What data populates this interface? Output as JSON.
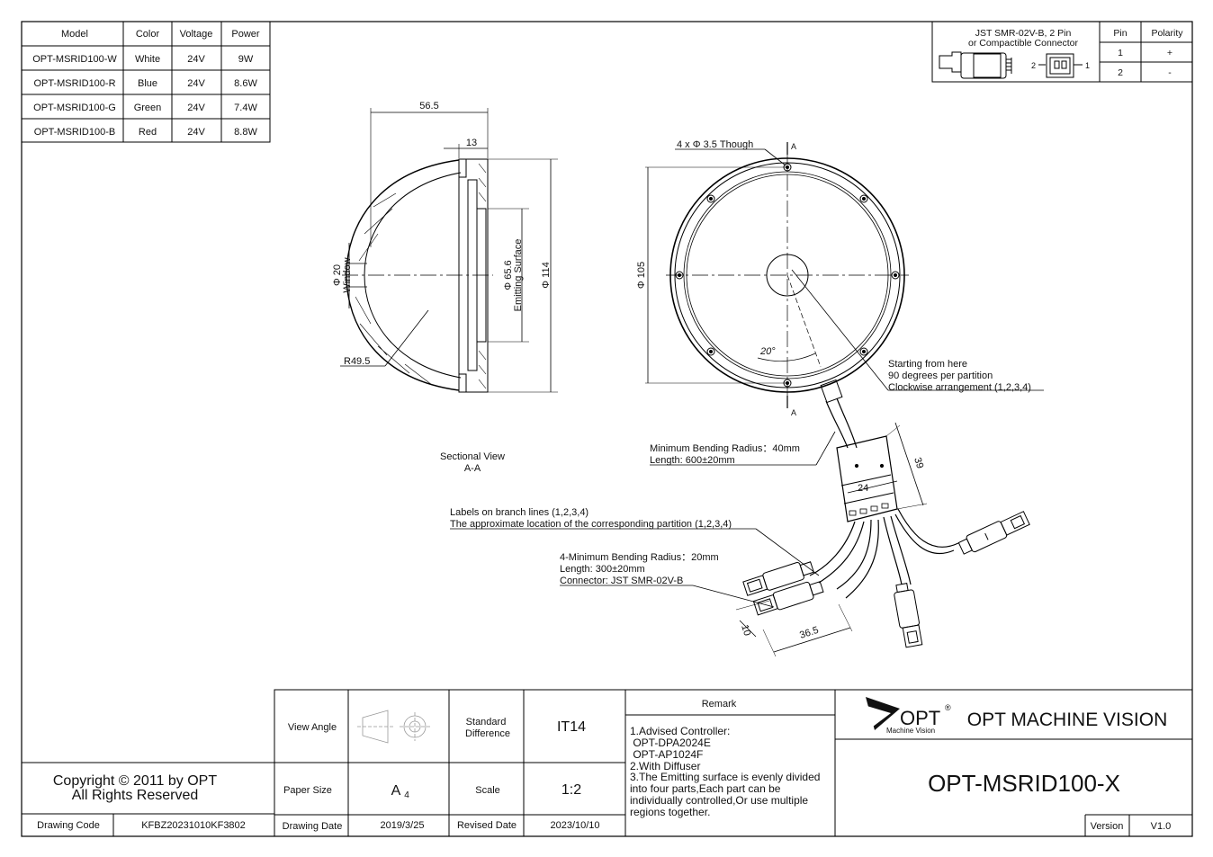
{
  "model_table": {
    "headers": [
      "Model",
      "Color",
      "Voltage",
      "Power"
    ],
    "rows": [
      [
        "OPT-MSRID100-W",
        "White",
        "24V",
        "9W"
      ],
      [
        "OPT-MSRID100-R",
        "Blue",
        "24V",
        "8.6W"
      ],
      [
        "OPT-MSRID100-G",
        "Green",
        "24V",
        "7.4W"
      ],
      [
        "OPT-MSRID100-B",
        "Red",
        "24V",
        "8.8W"
      ]
    ]
  },
  "connector_table": {
    "title_line1": "JST SMR-02V-B, 2 Pin",
    "title_line2": "or Compactible Connector",
    "pin_header": "Pin",
    "polarity_header": "Polarity",
    "rows": [
      [
        "1",
        "+"
      ],
      [
        "2",
        "-"
      ]
    ],
    "pin_label_left": "2",
    "pin_label_right": "1"
  },
  "section_view": {
    "dim_56_5": "56.5",
    "dim_13": "13",
    "dim_window_20": "Φ 20",
    "window_label": "Window",
    "dim_65_6": "Φ 65.6",
    "emitting_label": "Emitting Surface",
    "dim_114": "Φ 114",
    "radius": "R49.5",
    "caption_line1": "Sectional View",
    "caption_line2": "A-A"
  },
  "front_view": {
    "holes": "4 x Φ 3.5 Though",
    "section_mark": "A",
    "dim_105": "Φ 105",
    "angle": "20°",
    "start_note_1": "Starting from here",
    "start_note_2": "90 degrees per partition",
    "start_note_3": "Clockwise arrangement (1,2,3,4)"
  },
  "cable": {
    "bend_main_1": "Minimum Bending Radius：40mm",
    "bend_main_2": "Length: 600±20mm",
    "dim_39": "39",
    "dim_24": "24",
    "labels_note_1": "Labels on branch lines (1,2,3,4)",
    "labels_note_2": "The approximate location of the corresponding partition (1,2,3,4)",
    "branch_note_1": "4-Minimum Bending Radius：20mm",
    "branch_note_2": "Length: 300±20mm",
    "branch_note_3": "Connector: JST SMR-02V-B",
    "dim_10": "10",
    "dim_36_5": "36.5"
  },
  "title_block": {
    "copyright_1": "Copyright © 2011 by OPT",
    "copyright_2": "All Rights Reserved",
    "drawing_code_label": "Drawing Code",
    "drawing_code": "KFBZ20231010KF3802",
    "view_angle_label": "View Angle",
    "standard_label_1": "Standard",
    "standard_label_2": "Difference",
    "standard_value": "IT14",
    "paper_size_label": "Paper Size",
    "paper_size_value": "A",
    "paper_size_sub": "4",
    "scale_label": "Scale",
    "scale_value": "1:2",
    "drawing_date_label": "Drawing Date",
    "drawing_date": "2019/3/25",
    "revised_date_label": "Revised Date",
    "revised_date": "2023/10/10",
    "remark_label": "Remark",
    "remarks": [
      "1.Advised Controller:",
      " OPT-DPA2024E",
      " OPT-AP1024F",
      "2.With Diffuser",
      "3.The Emitting surface is evenly divided",
      "into four parts,Each part can be",
      "individually controlled,Or use multiple",
      "regions together."
    ],
    "logo_text": "OPT",
    "logo_reg": "®",
    "logo_sub": "Machine Vision",
    "company": "OPT MACHINE VISION",
    "part_number": "OPT-MSRID100-X",
    "version_label": "Version",
    "version": "V1.0"
  }
}
